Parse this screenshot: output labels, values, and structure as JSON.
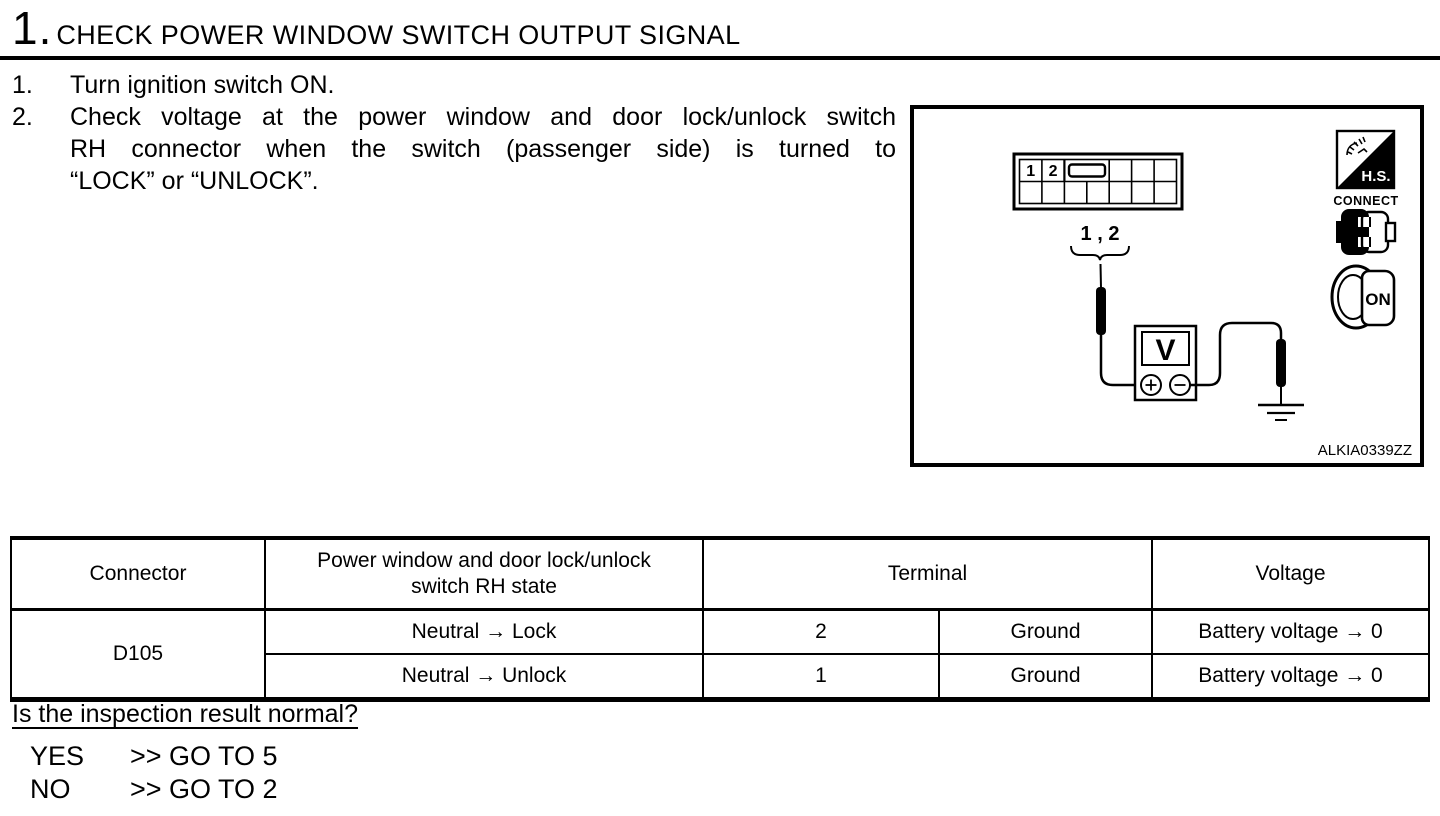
{
  "title_block": {
    "step_no": "1.",
    "heading": "CHECK POWER WINDOW SWITCH OUTPUT SIGNAL"
  },
  "instructions": [
    {
      "num": "1.",
      "lines": [
        "Turn ignition switch ON."
      ]
    },
    {
      "num": "2.",
      "lines": [
        "Check voltage at the power window and door lock/unlock switch",
        "RH connector when the switch (passenger side) is turned to",
        "“LOCK” or “UNLOCK”."
      ]
    }
  ],
  "figure": {
    "pins": [
      "1",
      "2"
    ],
    "pins_label": "1 , 2",
    "meter_display": "V",
    "hs_badge": "H.S.",
    "connect_label": "CONNECT",
    "ignition_label": "ON",
    "figure_code": "ALKIA0339ZZ"
  },
  "table": {
    "headers": {
      "connector": "Connector",
      "state": "Power window and door lock/unlock switch RH state",
      "terminal": "Terminal",
      "voltage": "Voltage"
    },
    "connector_value": "D105",
    "rows": [
      {
        "state": "Neutral → Lock",
        "terminal_a": "2",
        "terminal_b": "Ground",
        "voltage": "Battery voltage → 0"
      },
      {
        "state": "Neutral → Unlock",
        "terminal_a": "1",
        "terminal_b": "Ground",
        "voltage": "Battery voltage → 0"
      }
    ]
  },
  "question": "Is the inspection result normal?",
  "results": [
    {
      "answer": "YES",
      "action": ">> GO TO 5"
    },
    {
      "answer": "NO",
      "action": ">> GO TO 2"
    }
  ]
}
